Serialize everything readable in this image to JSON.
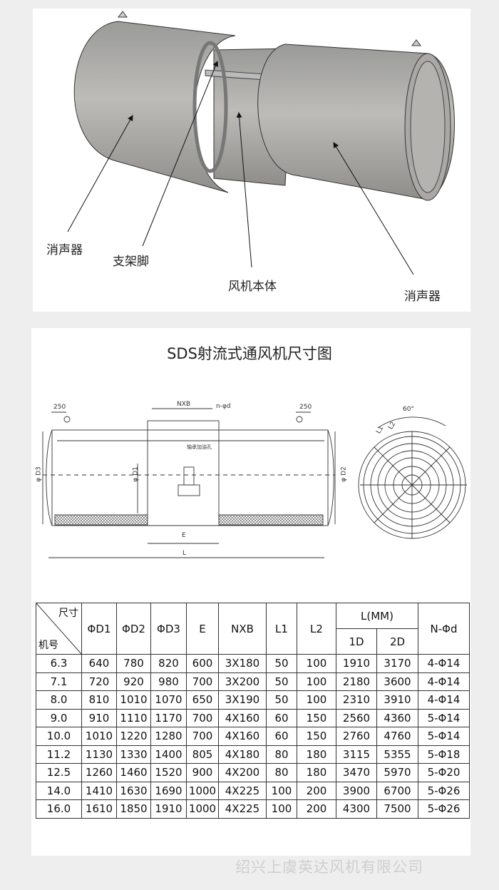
{
  "product_view": {
    "labels": [
      "消声器",
      "支架脚",
      "风机本体",
      "消声器"
    ]
  },
  "drawing": {
    "title": "SDS射流式通风机尺寸图",
    "dims": {
      "left_250": "250",
      "right_250": "250",
      "nxb": "NXB",
      "n_od": "n-φd",
      "bearing_note": "轴承加油孔",
      "d1": "φ D1",
      "d2": "φ D2",
      "d3": "φ D3",
      "e": "E",
      "l": "L",
      "angle": "60°",
      "l1": "L1",
      "l2": "L2"
    }
  },
  "table": {
    "corner_top": "尺寸",
    "corner_bottom": "机号",
    "headers": [
      "ΦD1",
      "ΦD2",
      "ΦD3",
      "E",
      "NXB",
      "L1",
      "L2"
    ],
    "group_header": "L(MM)",
    "sub_headers": [
      "1D",
      "2D"
    ],
    "last_header": "N-Φd",
    "rows": [
      [
        "6.3",
        "640",
        "780",
        "820",
        "600",
        "3X180",
        "50",
        "100",
        "1910",
        "3170",
        "4-Φ14"
      ],
      [
        "7.1",
        "720",
        "920",
        "980",
        "700",
        "3X200",
        "50",
        "100",
        "2180",
        "3600",
        "4-Φ14"
      ],
      [
        "8.0",
        "810",
        "1010",
        "1070",
        "650",
        "3X190",
        "50",
        "100",
        "2310",
        "3910",
        "4-Φ14"
      ],
      [
        "9.0",
        "910",
        "1110",
        "1170",
        "700",
        "4X160",
        "60",
        "150",
        "2560",
        "4360",
        "5-Φ14"
      ],
      [
        "10.0",
        "1010",
        "1220",
        "1280",
        "700",
        "4X160",
        "60",
        "150",
        "2760",
        "4760",
        "5-Φ14"
      ],
      [
        "11.2",
        "1130",
        "1330",
        "1400",
        "805",
        "4X180",
        "80",
        "180",
        "3115",
        "5355",
        "5-Φ18"
      ],
      [
        "12.5",
        "1260",
        "1460",
        "1520",
        "900",
        "4X200",
        "80",
        "180",
        "3470",
        "5970",
        "5-Φ20"
      ],
      [
        "14.0",
        "1410",
        "1630",
        "1690",
        "1000",
        "4X225",
        "100",
        "200",
        "3900",
        "6700",
        "5-Φ26"
      ],
      [
        "16.0",
        "1610",
        "1850",
        "1910",
        "1000",
        "4X225",
        "100",
        "200",
        "4300",
        "7500",
        "5-Φ26"
      ]
    ]
  },
  "watermark": "绍兴上虞英达风机有限公司"
}
